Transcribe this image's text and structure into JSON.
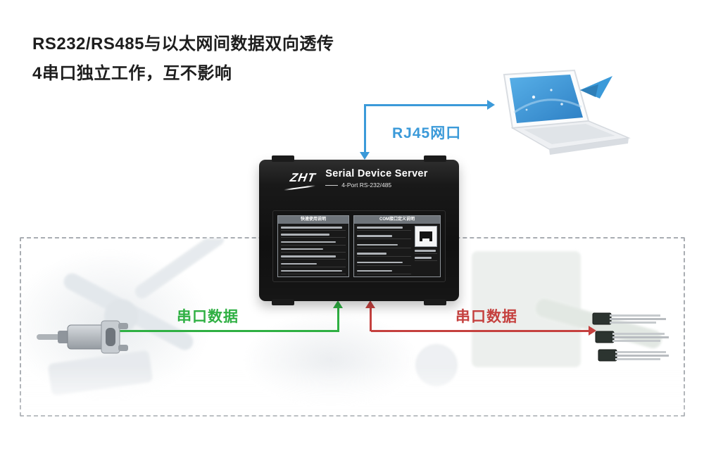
{
  "headline": {
    "line1": "RS232/RS485与以太网间数据双向透传",
    "line2": "4串口独立工作，互不影响"
  },
  "connections": {
    "ethernet_label": "RJ45网口",
    "serial_left_label": "串口数据",
    "serial_right_label": "串口数据"
  },
  "device": {
    "brand": "ZHT",
    "title": "Serial Device Server",
    "subtitle": "4-Port RS-232/485",
    "label_tables": {
      "left_header": "快速使用说明",
      "right_header": "COM接口定义说明"
    }
  },
  "colors": {
    "blue": "#3b9ad9",
    "green": "#2fb043",
    "red": "#c5413f",
    "dash-border": "#a9adb2"
  }
}
